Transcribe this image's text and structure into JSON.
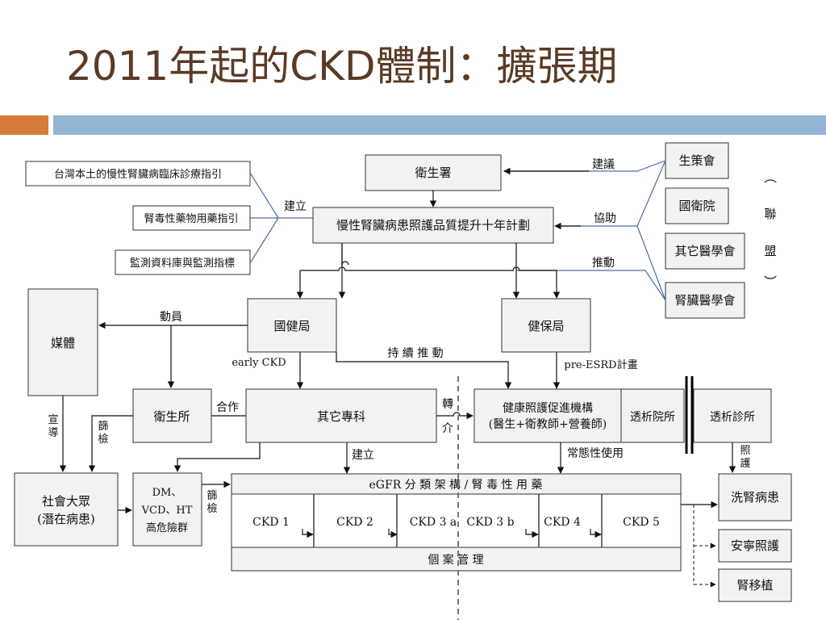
{
  "slide": {
    "title": "2011年起的CKD體制：擴張期"
  },
  "diagram": {
    "guidelines": [
      "台灣本土的慢性腎臟病臨床診療指引",
      "腎毒性藥物用藥指引",
      "監測資料庫與監測指標"
    ],
    "establish": "建立",
    "health_dept": "衛生署",
    "ten_year_plan": "慢性腎臟病患照護品質提升十年計劃",
    "suggest": "建議",
    "assist": "協助",
    "promote": "推動",
    "alliance": {
      "members": [
        "生策會",
        "國衛院",
        "其它醫學會",
        "腎臟醫學會"
      ],
      "label_open": "︵",
      "label_chars": [
        "聯",
        "盟"
      ],
      "label_close": "︶"
    },
    "bhp": "國健局",
    "nhi": "健保局",
    "media": "媒體",
    "mobilize": "動員",
    "early_ckd": "early CKD",
    "continuous_promote": "持 續 推 動",
    "pre_esrd": "pre-ESRD計畫",
    "health_station": "衛生所",
    "cooperate": "合作",
    "other_specialty": "其它專科",
    "referral_chars": [
      "轉",
      "介"
    ],
    "care_org": [
      "健康照護促進機構",
      "(醫生+衛教師+營養師)"
    ],
    "dialysis_hospital": "透析院所",
    "dialysis_clinic": "透析診所",
    "propaganda_chars": [
      "宣",
      "導"
    ],
    "screen_chars": [
      "篩",
      "檢"
    ],
    "care_chars": [
      "照",
      "護"
    ],
    "routine_use": "常態性使用",
    "public": [
      "社會大眾",
      "(潛在病患)"
    ],
    "high_risk": [
      "DM、",
      "VCD、HT",
      "高危險群"
    ],
    "egfr_bar": "eGFR 分 類 架 構 / 腎 毒 性 用 藥",
    "stages": [
      "CKD 1",
      "CKD 2",
      "CKD 3 a",
      "CKD 3 b",
      "CKD 4",
      "CKD 5"
    ],
    "case_mgmt": "個 案 管 理",
    "outcomes": [
      "洗腎病患",
      "安寧照護",
      "腎移植"
    ]
  }
}
